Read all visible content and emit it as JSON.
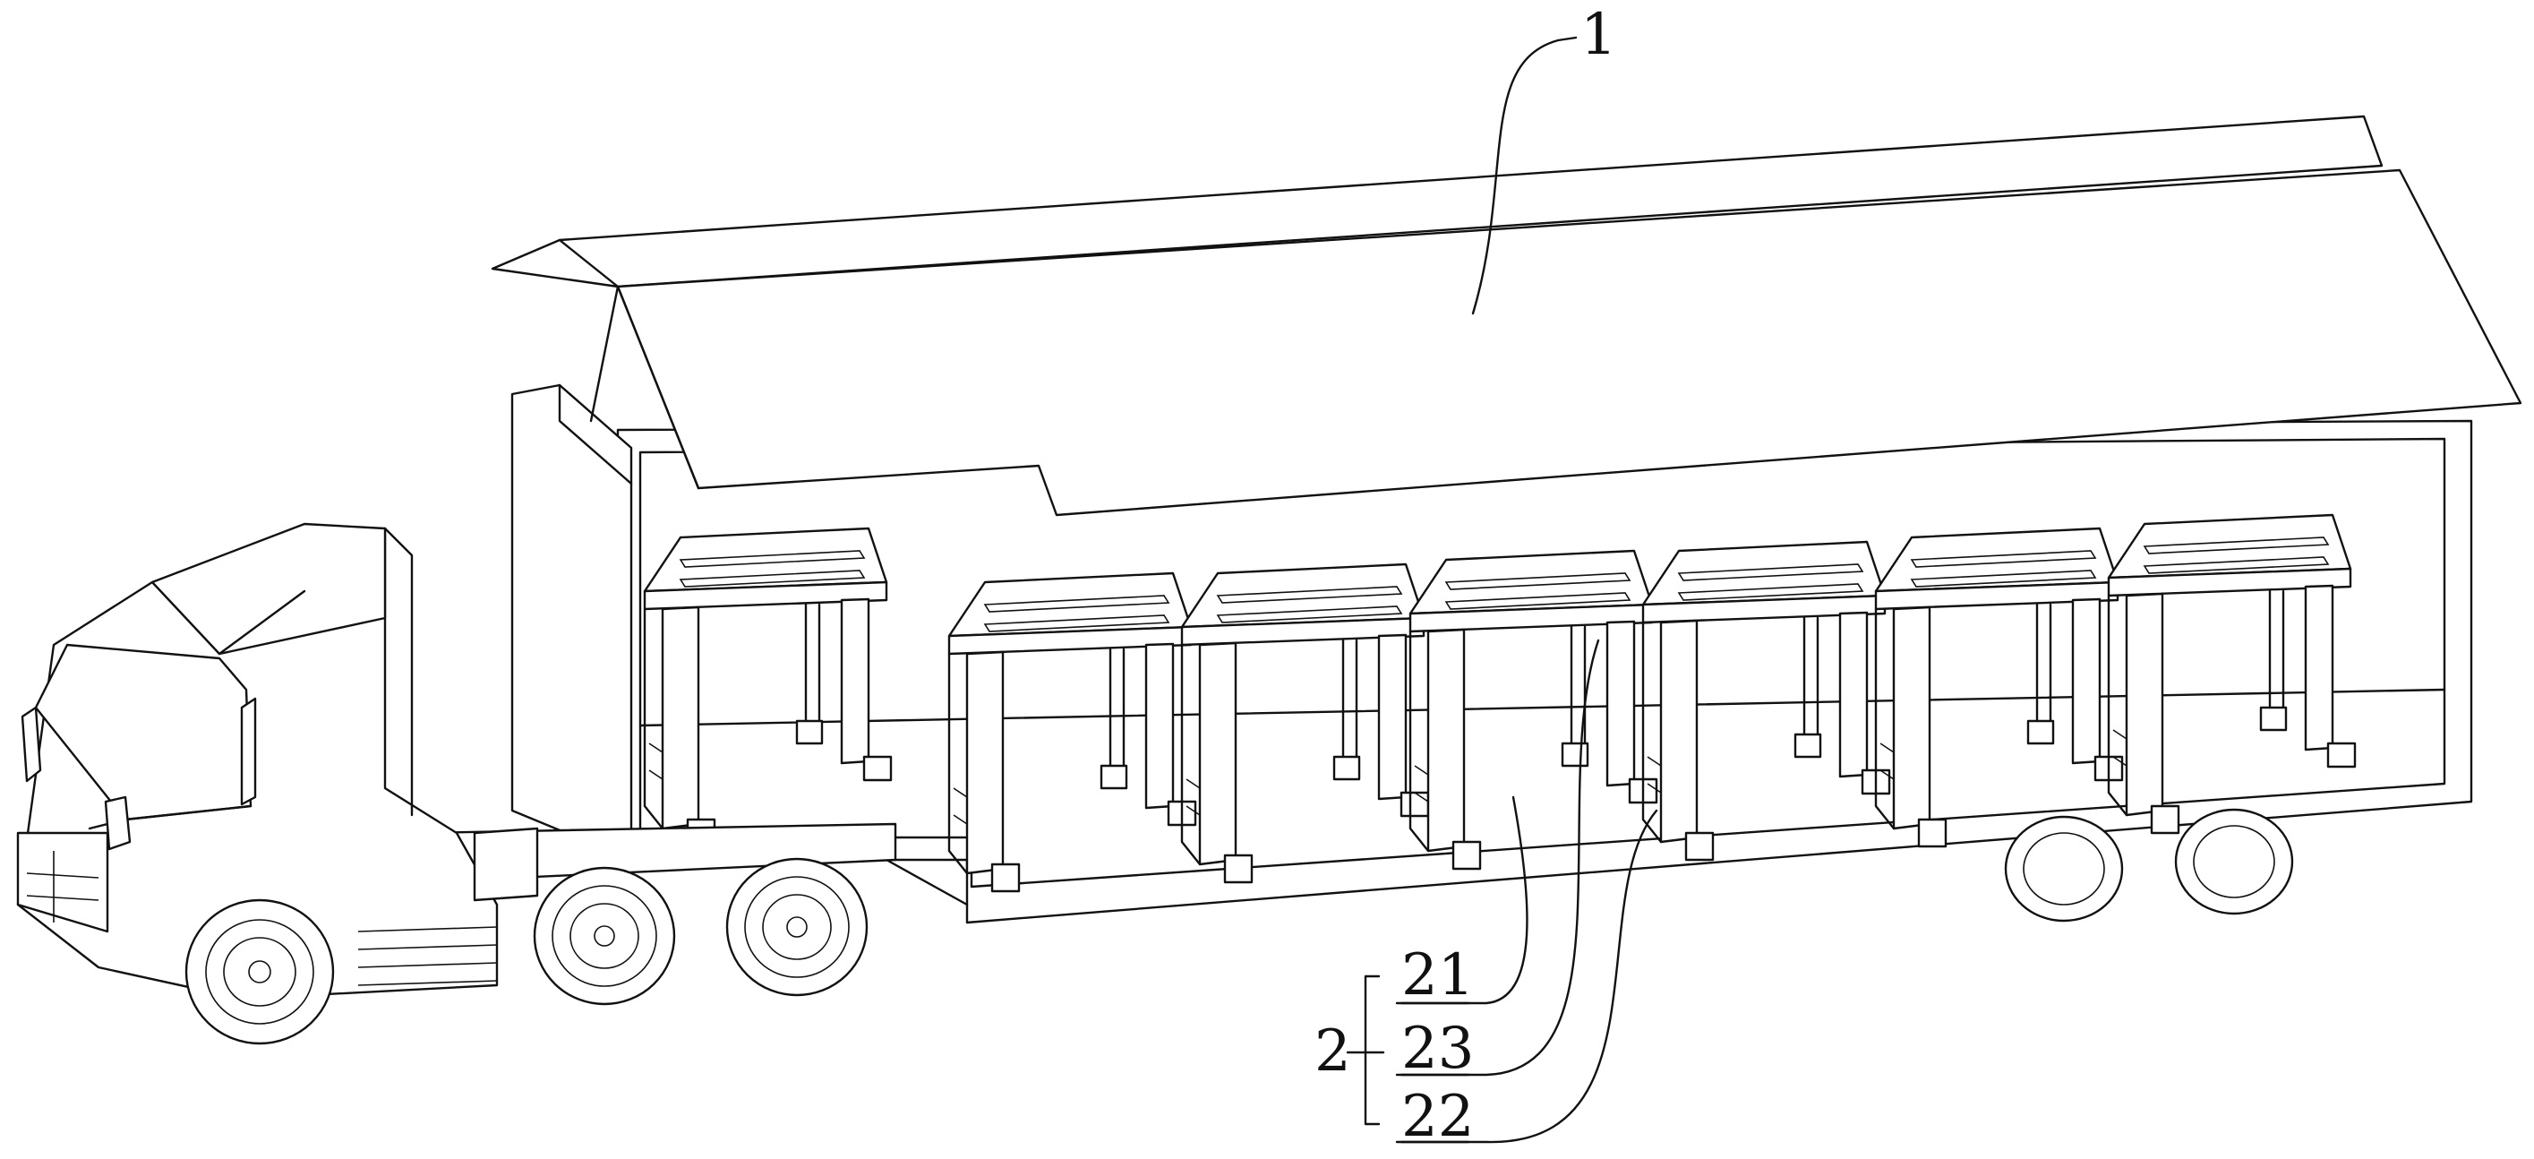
{
  "figure": {
    "labels": {
      "canopy": "1",
      "assembly": "2",
      "part_21": "21",
      "part_23": "23",
      "part_22": "22"
    }
  }
}
